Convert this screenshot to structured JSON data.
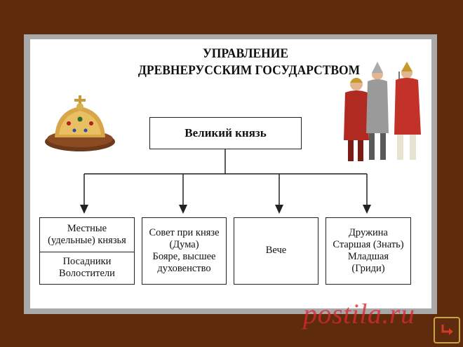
{
  "title": {
    "line1": "УПРАВЛЕНИЕ",
    "line2": "ДРЕВНЕРУССКИМ ГОСУДАРСТВОМ"
  },
  "root": {
    "label": "Великий князь"
  },
  "branches": [
    {
      "label": "Местные\n(удельные) князья"
    },
    {
      "label": "Посадники\nВолостители"
    },
    {
      "label": "Совет при князе\n(Дума)\nБояре, высшее\nдуховенство"
    },
    {
      "label": "Вече"
    },
    {
      "label": "Дружина\nСтаршая (Знать)\nМладшая\n(Гриди)"
    }
  ],
  "watermark": "postila.ru",
  "icons": {
    "crown": "monomakh-cap-icon",
    "warriors": "warriors-icon",
    "nav": "return-arrow-icon"
  },
  "colors": {
    "background": "#5e2b0c",
    "frame": "#a9a9a9",
    "watermark": "#dc2832"
  }
}
